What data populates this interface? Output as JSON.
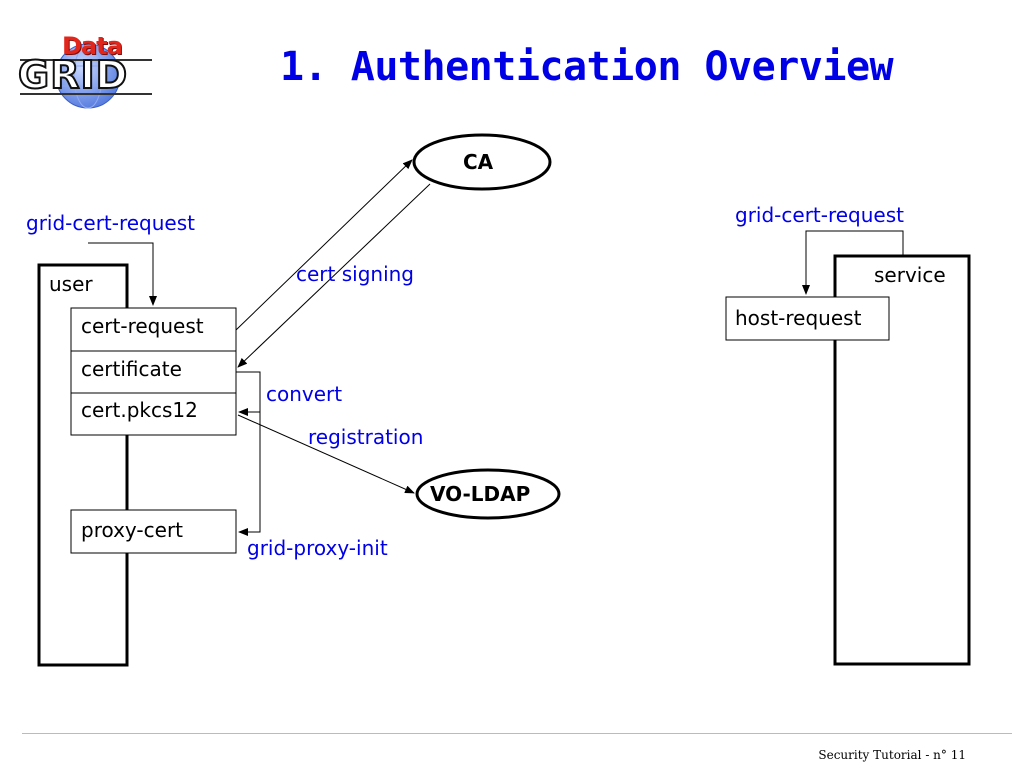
{
  "logo": {
    "top_word": "Data",
    "bottom_word": "GRID"
  },
  "title": "1. Authentication Overview",
  "nodes": {
    "ca": "CA",
    "vo_ldap": "VO-LDAP"
  },
  "user": {
    "label": "user",
    "items": [
      "cert-request",
      "certificate",
      "cert.pkcs12",
      "proxy-cert"
    ]
  },
  "service": {
    "label": "service",
    "item": "host-request"
  },
  "actions": {
    "user_grid_cert_request": "grid-cert-request",
    "service_grid_cert_request": "grid-cert-request",
    "cert_signing": "cert signing",
    "convert": "convert",
    "registration": "registration",
    "grid_proxy_init": "grid-proxy-init"
  },
  "colors": {
    "accent": "#0000e6",
    "footer_line": "#f2a3a3"
  },
  "footer": "Security Tutorial - n° 11"
}
